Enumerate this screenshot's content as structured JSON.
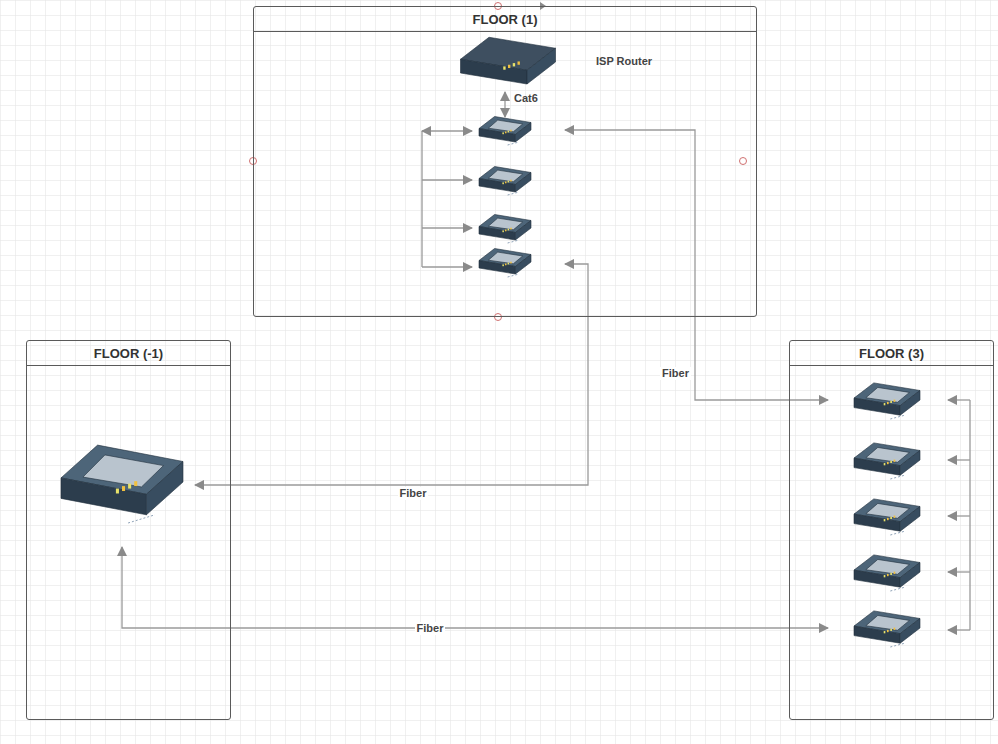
{
  "diagram": {
    "nodes": [
      {
        "text": [
          "FLOOR (1)"
        ]
      },
      {
        "text": [
          "ISP Router"
        ],
        "in": 0
      },
      {
        "text": [
          "FLOOR (-1)"
        ]
      },
      {
        "text": [
          "FLOOR (3)"
        ]
      }
    ],
    "edges": [
      {
        "from": 0,
        "to": 3,
        "arrow": "both",
        "label": "Fiber"
      },
      {
        "from": 0,
        "to": 2,
        "arrow": "both",
        "label": "Fiber"
      },
      {
        "from": 2,
        "to": 3,
        "arrow": "both",
        "label": "Fiber"
      }
    ],
    "labels": [
      "Cat6"
    ]
  }
}
